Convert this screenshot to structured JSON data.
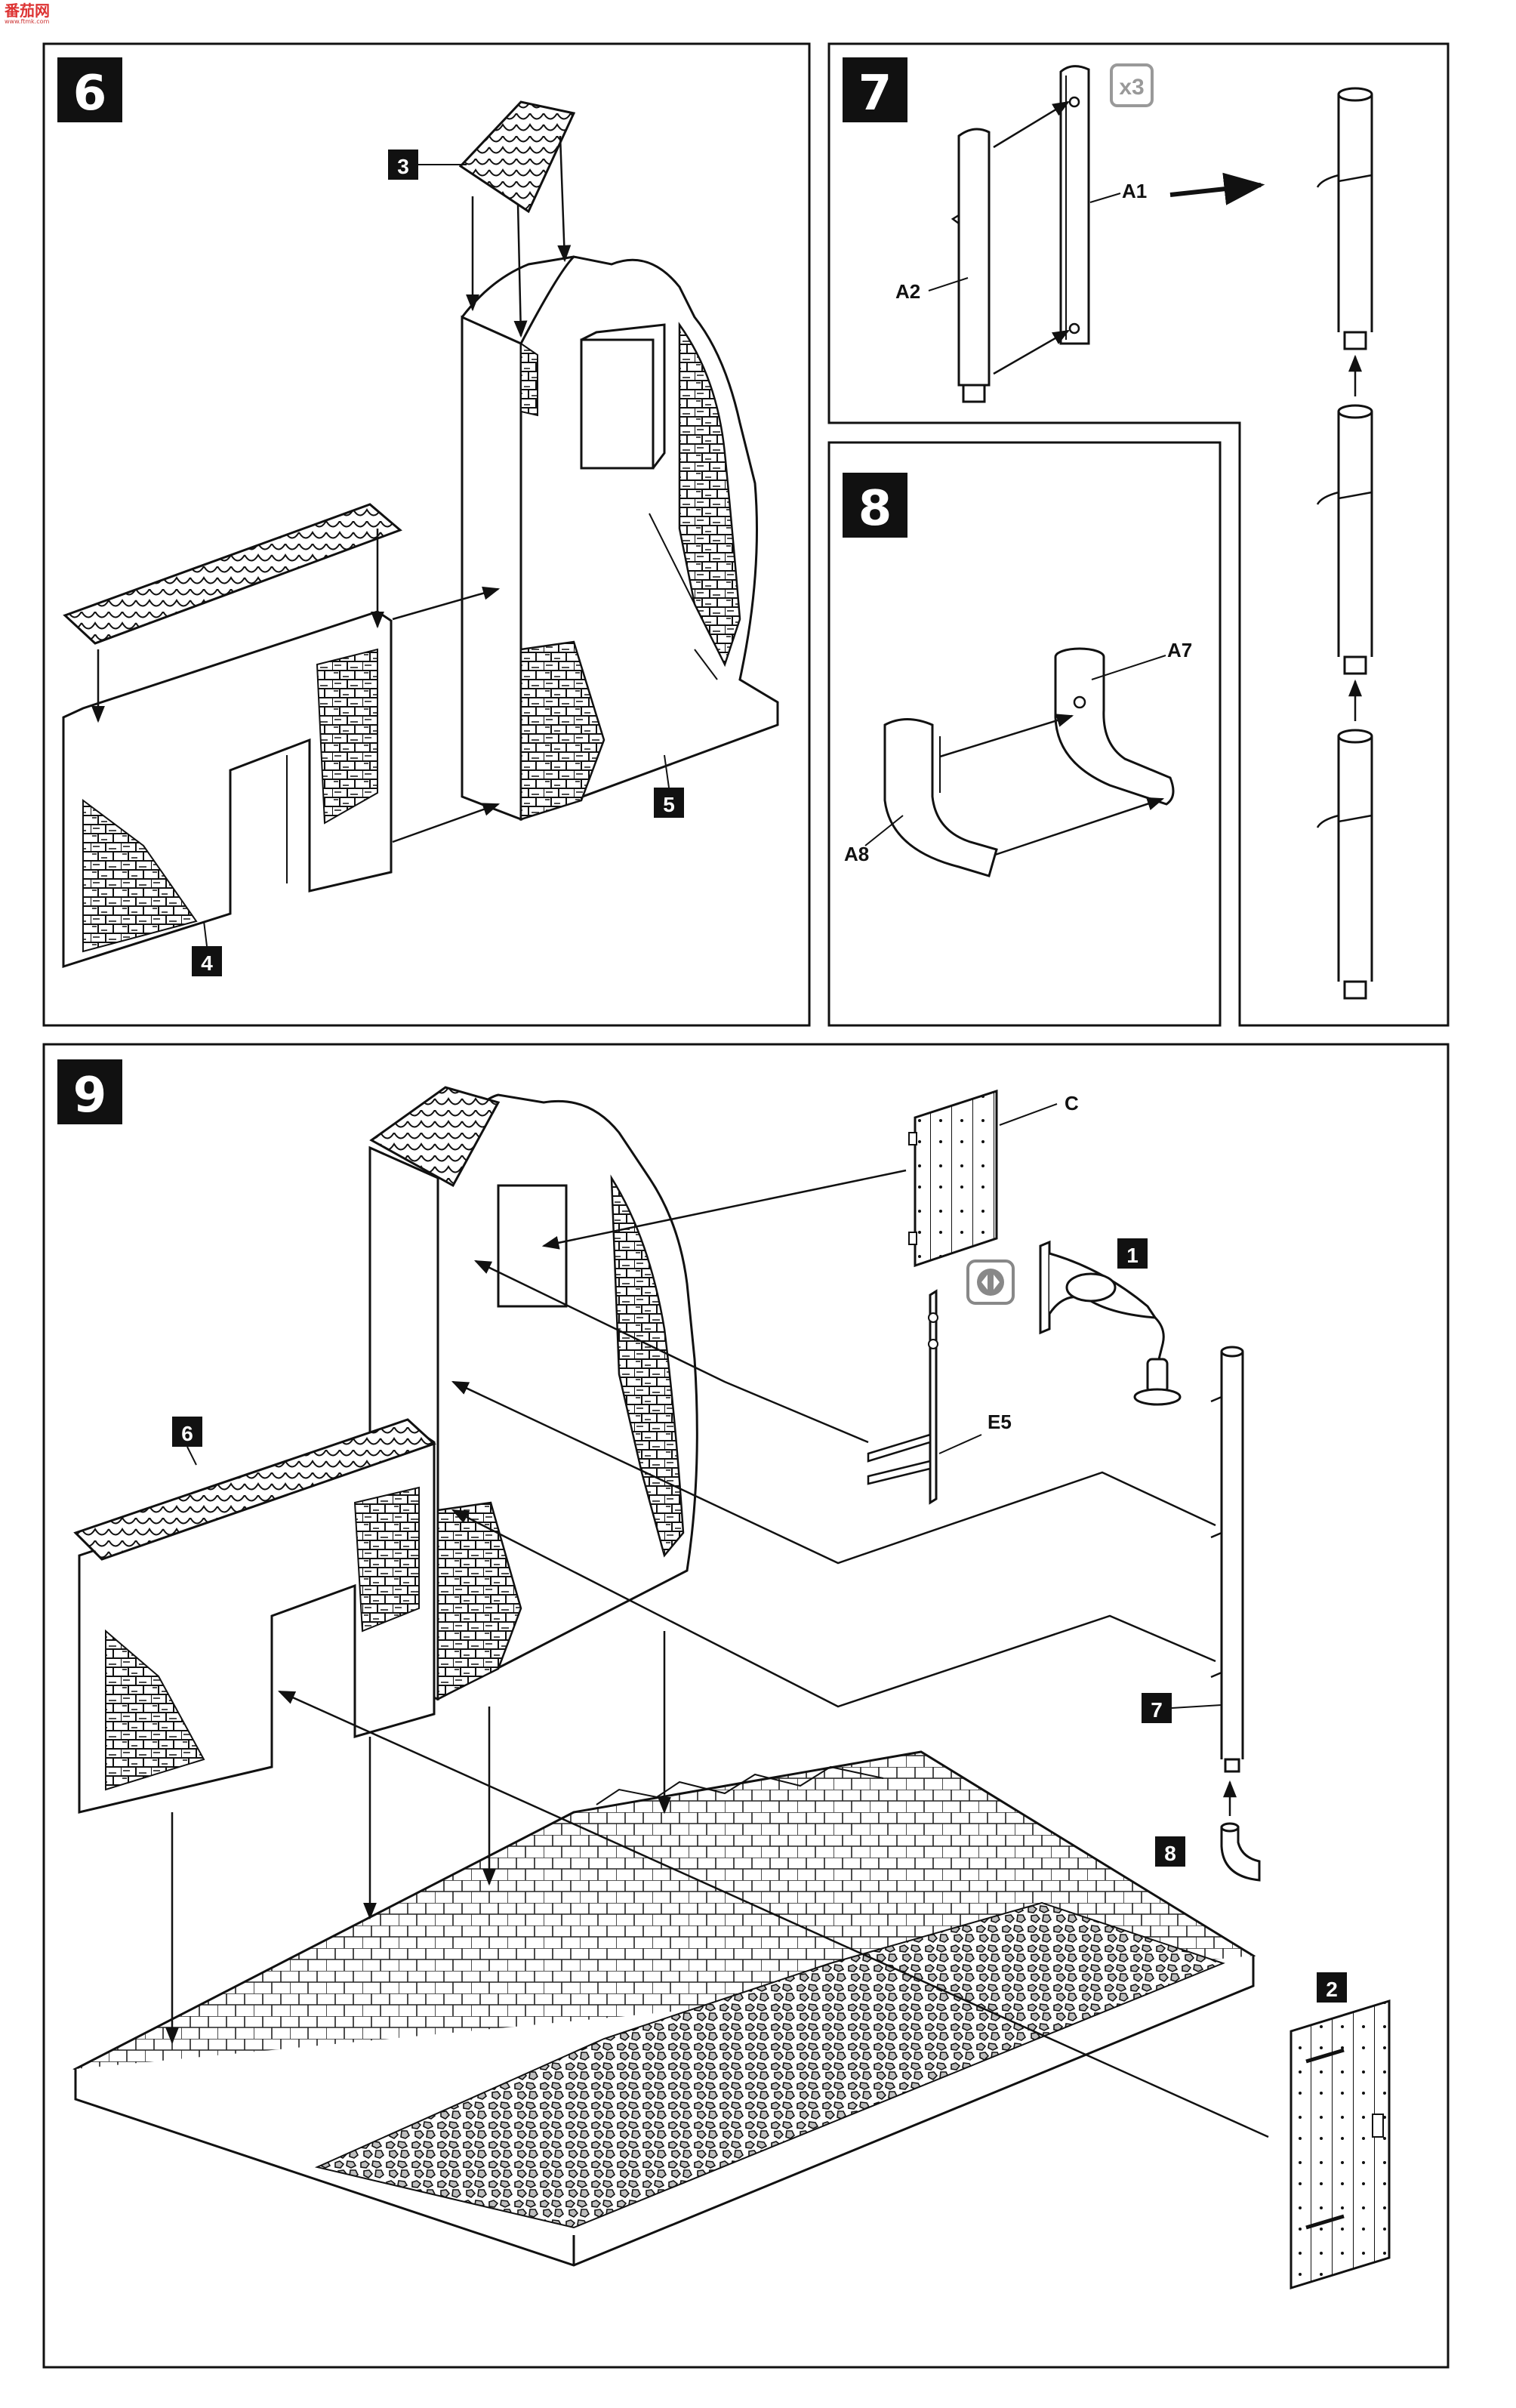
{
  "watermark": {
    "text": "番茄网",
    "url": "www.ftmk.com"
  },
  "steps": [
    {
      "number": "6",
      "parts": [
        "3",
        "4",
        "5"
      ]
    },
    {
      "number": "7",
      "multiplier": "x3",
      "parts": [
        "A1",
        "A2"
      ]
    },
    {
      "number": "8",
      "parts": [
        "A7",
        "A8"
      ]
    },
    {
      "number": "9",
      "parts": [
        "C",
        "1",
        "E5",
        "6",
        "7",
        "8",
        "2"
      ]
    }
  ],
  "labels": {
    "s6_part3": "3",
    "s6_part4": "4",
    "s6_part5": "5",
    "s7_a1": "A1",
    "s7_a2": "A2",
    "s7_x3": "x3",
    "s8_a7": "A7",
    "s8_a8": "A8",
    "s9_c": "C",
    "s9_part1": "1",
    "s9_e5": "E5",
    "s9_part6": "6",
    "s9_part7": "7",
    "s9_part8": "8",
    "s9_part2": "2"
  },
  "icons": {
    "multiplier": "x3-icon",
    "mirror": "mirror-both-sides-icon",
    "arrow": "assembly-arrow-icon"
  }
}
